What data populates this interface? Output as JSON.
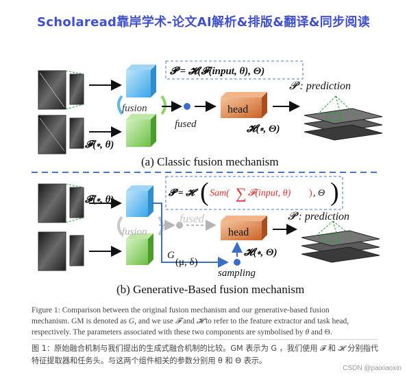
{
  "banner": {
    "text": "Scholaread靠岸学术-论文AI解析&排版&翻译&同步阅读",
    "color": "#3f4fd2"
  },
  "figure": {
    "top_formula": "𝓟 = 𝓗(𝓕(input, θ), Θ)",
    "top_prediction": "𝓟 : prediction",
    "top_fusion": "fusion",
    "top_fused": "fused",
    "top_head": "head",
    "top_F": "𝓕(∗, θ)",
    "top_H": "𝓗(∗, Θ)",
    "subtitle_a": "(a) Classic fusion mechanism",
    "bottom_formula_prefix": "𝓟 = 𝓗",
    "bottom_formula_sam": "Sam(",
    "bottom_formula_sum": "∑",
    "bottom_formula_inner": "𝓕(input, θ)",
    "bottom_formula_close": ")",
    "bottom_formula_theta": ", Θ",
    "bottom_prediction": "𝓟 : prediction",
    "bottom_F": "𝓕(∗, θ)",
    "bottom_fusion": "fusion",
    "bottom_fused": "fused",
    "bottom_head": "head",
    "bottom_H": "𝓗(∗, Θ)",
    "bottom_G": "G",
    "bottom_mu": "(μ, δ)",
    "bottom_sampling": "sampling",
    "subtitle_b": "(b) Generative-Based fusion mechanism",
    "colors": {
      "red": "#e03030",
      "head_fill": "#e3884c",
      "cube_blue": "#5ab8ee",
      "cube_green": "#8fd06a",
      "dash_blue": "#4a73c7",
      "dot_blue": "#3b6fc4"
    }
  },
  "caption_en": {
    "l1": "Figure 1: Comparison between the original fusion mechanism and our generative-based fusion",
    "l2a": "mechanism. GM is denoted as ",
    "G": "G",
    "l2b": ", and we use ",
    "F": "𝓕",
    "l2c": " and ",
    "H": "𝓗",
    "l2d": " to refer to the feature extractor and task head,",
    "l3a": "respectively. The parameters associated with these two components are symbolised by ",
    "theta": "θ",
    "l3b": " and ",
    "Theta": "Θ",
    "l3c": "."
  },
  "caption_zh": {
    "l1": "图 1：原始融合机制与我们提出的生成式融合机制的比较。GM 表示为 G ，我们使用 𝓕 和 𝓗 分别指代",
    "l2": "特征提取器和任务头。与这两个组件相关的参数分别用 θ 和 Θ 表示。"
  },
  "watermark": "CSDN @paixiaoxin"
}
